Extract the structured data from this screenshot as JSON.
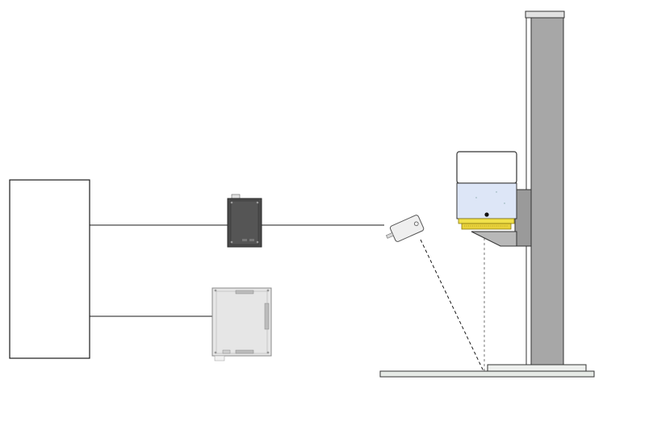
{
  "diagram": {
    "description_labels": [],
    "components": [
      {
        "name": "controller-box"
      },
      {
        "name": "power-supply-module"
      },
      {
        "name": "interface-circuit-board"
      },
      {
        "name": "laser-distance-sensor"
      },
      {
        "name": "light-module-head"
      },
      {
        "name": "vertical-stand-column"
      },
      {
        "name": "base-plate"
      }
    ],
    "colors": {
      "line": "#1a1a1a",
      "power_supply": "#4a4a4a",
      "board": "#e6e6e6",
      "column": "#a7a7a7",
      "light_window": "#dde6f7",
      "light_band": "#f1e14a",
      "bracket": "#9a9a9a",
      "base": "#e6eae6"
    }
  }
}
